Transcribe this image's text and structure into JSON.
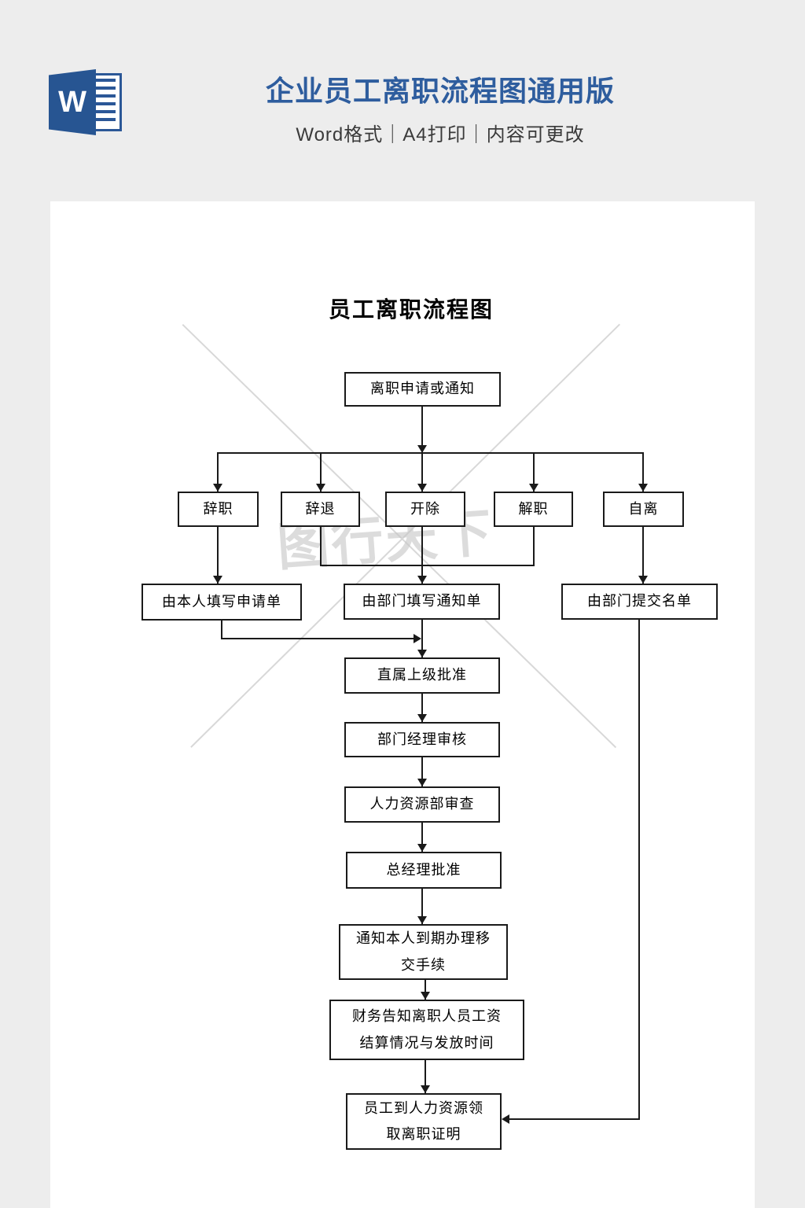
{
  "header": {
    "icon_letter": "W",
    "title": "企业员工离职流程图通用版",
    "subtitle": "Word格式｜A4打印｜内容可更改"
  },
  "watermark": {
    "text": "图行天下"
  },
  "flowchart": {
    "title": "员工离职流程图",
    "nodes": [
      {
        "id": "apply-or-notice",
        "label": "离职申请或通知"
      },
      {
        "id": "resign",
        "label": "辞职"
      },
      {
        "id": "dismiss",
        "label": "辞退"
      },
      {
        "id": "expel",
        "label": "开除"
      },
      {
        "id": "discharge",
        "label": "解职"
      },
      {
        "id": "self-leave",
        "label": "自离"
      },
      {
        "id": "self-fill-form",
        "label": "由本人填写申请单"
      },
      {
        "id": "dept-fill-notice",
        "label": "由部门填写通知单"
      },
      {
        "id": "dept-submit-list",
        "label": "由部门提交名单"
      },
      {
        "id": "supervisor-approve",
        "label": "直属上级批准"
      },
      {
        "id": "dept-manager-review",
        "label": "部门经理审核"
      },
      {
        "id": "hr-review",
        "label": "人力资源部审查"
      },
      {
        "id": "gm-approve",
        "label": "总经理批准"
      },
      {
        "id": "notify-handover",
        "label": "通知本人到期办理移\n交手续"
      },
      {
        "id": "finance-inform",
        "label": "财务告知离职人员工资\n结算情况与发放时间"
      },
      {
        "id": "get-certificate",
        "label": "员工到人力资源领\n取离职证明"
      }
    ]
  },
  "colors": {
    "accent_blue": "#2e5d9e",
    "icon_blue": "#2b5797",
    "canvas_bg": "#ededed",
    "page_bg": "#ffffff",
    "connector": "#1a1a1a",
    "watermark_gray": "#c6c6c6"
  }
}
